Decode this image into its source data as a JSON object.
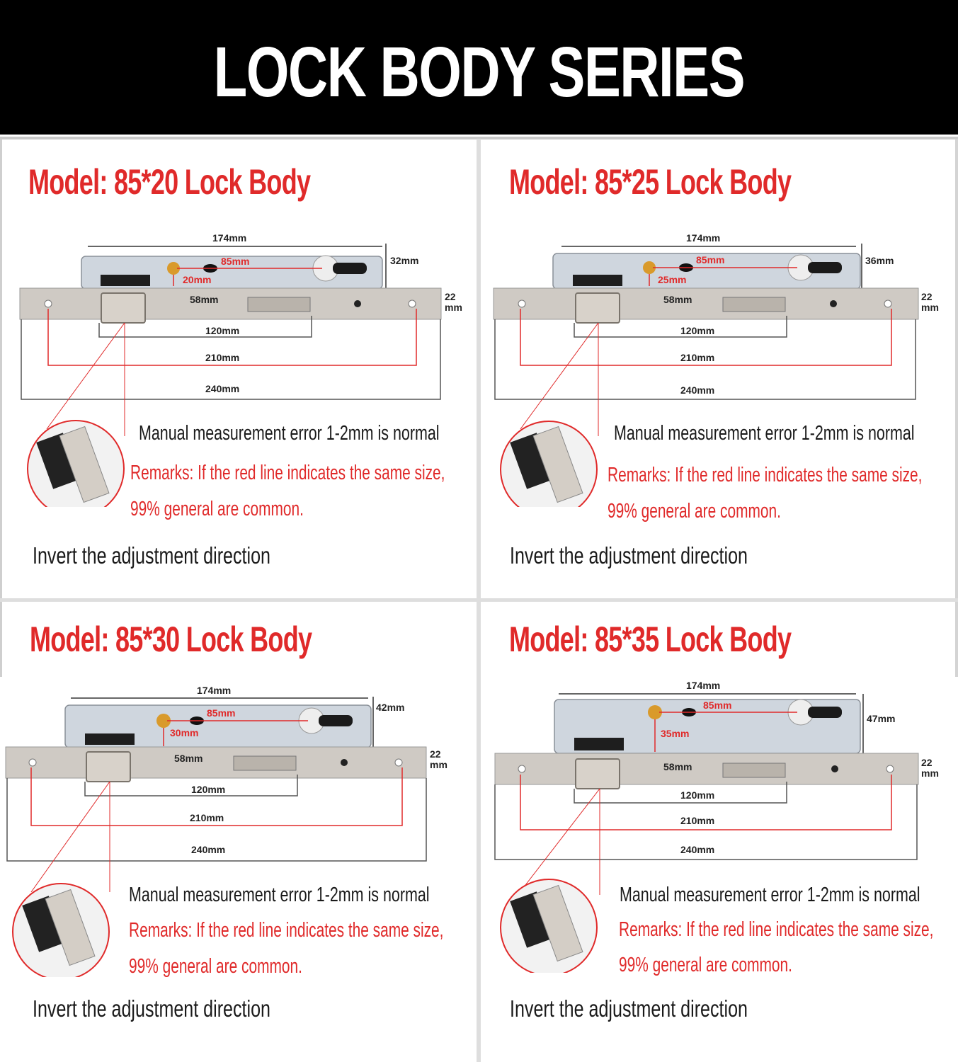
{
  "header": {
    "title": "LOCK BODY SERIES"
  },
  "colors": {
    "accent": "#e02a2a",
    "header_bg": "#000000",
    "plate": "#cfcac4"
  },
  "panels": [
    {
      "model": "Model: 85*20 Lock Body",
      "dims": {
        "length": "174mm",
        "center": "85mm",
        "backset": "20mm",
        "height": "32mm",
        "faceplate_w": "22",
        "faceplate_unit": "mm",
        "latch": "58mm",
        "mid": "120mm",
        "holes": "210mm",
        "total": "240mm"
      },
      "note": "Manual measurement error 1-2mm is normal",
      "remark1": "Remarks: If the red line indicates the same size,",
      "remark2": "99% general are common.",
      "invert": "Invert the adjustment direction"
    },
    {
      "model": "Model: 85*25 Lock Body",
      "dims": {
        "length": "174mm",
        "center": "85mm",
        "backset": "25mm",
        "height": "36mm",
        "faceplate_w": "22",
        "faceplate_unit": "mm",
        "latch": "58mm",
        "mid": "120mm",
        "holes": "210mm",
        "total": "240mm"
      },
      "note": "Manual measurement error 1-2mm is normal",
      "remark1": "Remarks: If the red line indicates the same size,",
      "remark2": "99% general are common.",
      "invert": "Invert the adjustment direction"
    },
    {
      "model": "Model: 85*30 Lock Body",
      "dims": {
        "length": "174mm",
        "center": "85mm",
        "backset": "30mm",
        "height": "42mm",
        "faceplate_w": "22",
        "faceplate_unit": "mm",
        "latch": "58mm",
        "mid": "120mm",
        "holes": "210mm",
        "total": "240mm"
      },
      "note": "Manual measurement error 1-2mm is normal",
      "remark1": "Remarks: If the red line indicates the same size,",
      "remark2": "99% general are common.",
      "invert": "Invert the adjustment direction"
    },
    {
      "model": "Model: 85*35 Lock Body",
      "dims": {
        "length": "174mm",
        "center": "85mm",
        "backset": "35mm",
        "height": "47mm",
        "faceplate_w": "22",
        "faceplate_unit": "mm",
        "latch": "58mm",
        "mid": "120mm",
        "holes": "210mm",
        "total": "240mm"
      },
      "note": "Manual measurement error 1-2mm is normal",
      "remark1": "Remarks: If the red line indicates the same size,",
      "remark2": "99% general are common.",
      "invert": "Invert the adjustment direction"
    }
  ]
}
